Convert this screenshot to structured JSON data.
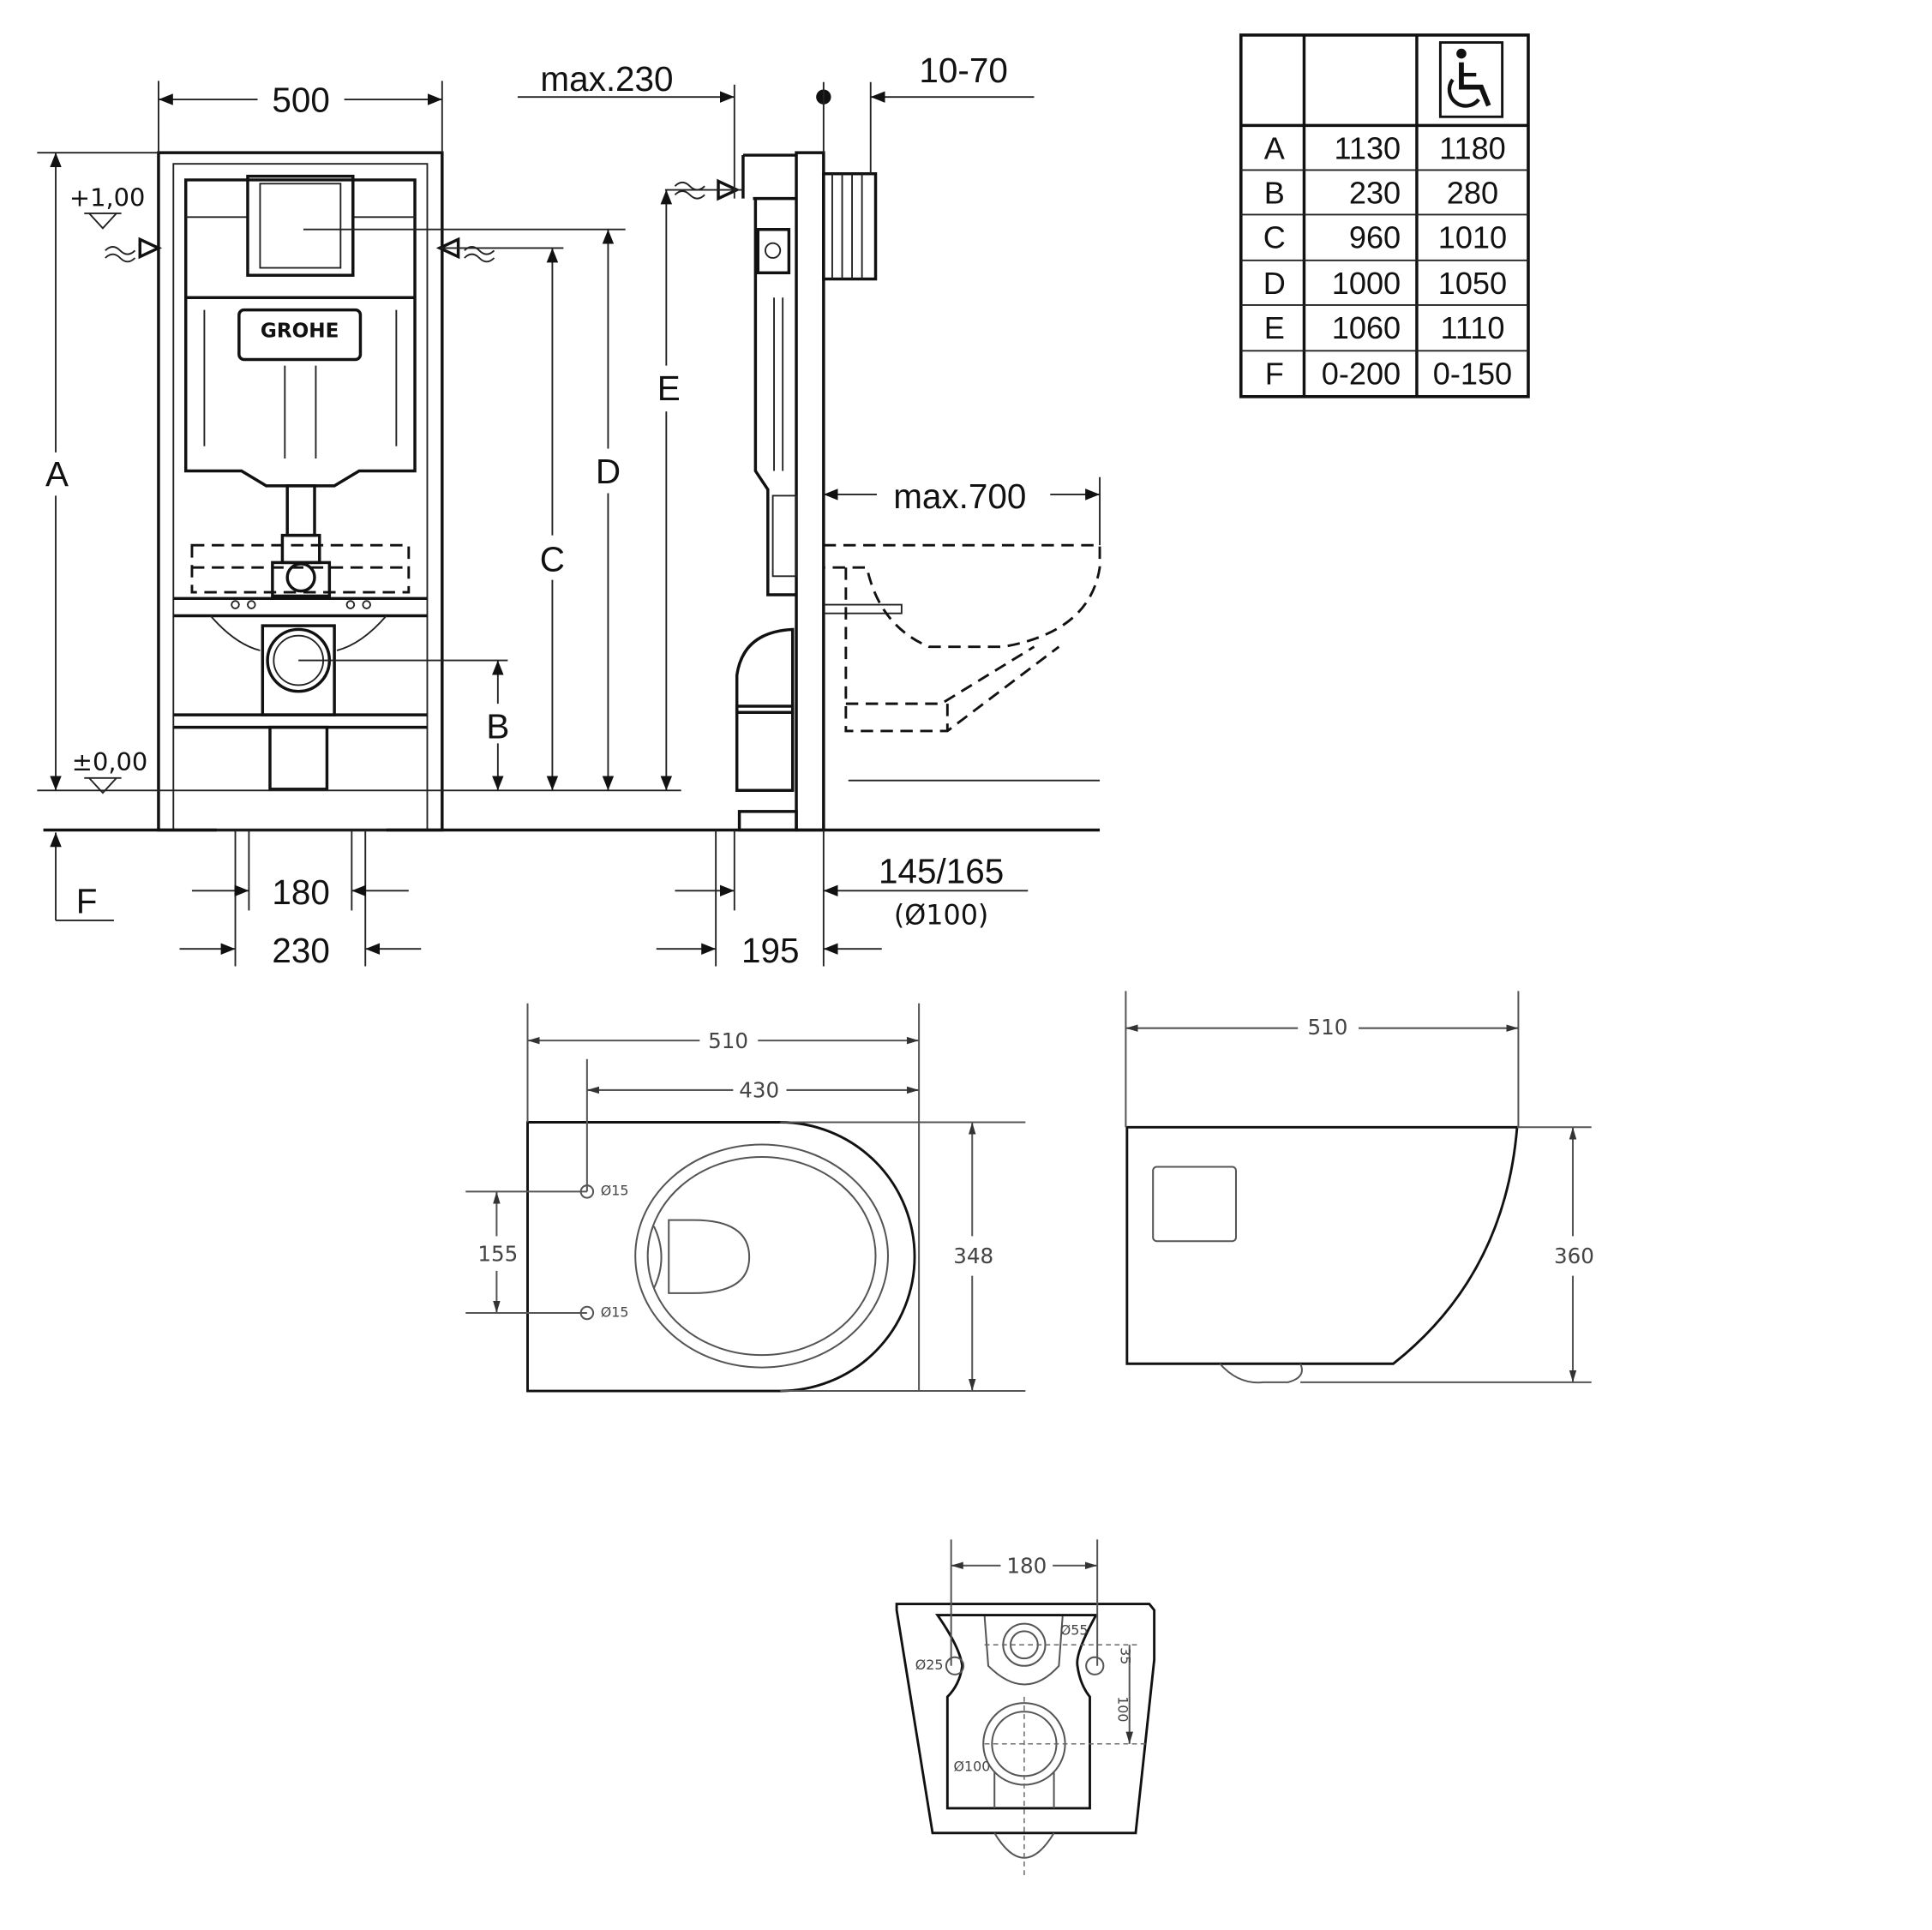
{
  "frame_front": {
    "width_500": "500",
    "level_top": "+1,00",
    "level_zero": "±0,00",
    "label_a": "A",
    "label_b": "B",
    "label_c": "C",
    "label_d": "D",
    "label_f": "F",
    "dim_180": "180",
    "dim_230": "230",
    "brand": "GROHE"
  },
  "frame_side": {
    "max_230": "max.230",
    "range_10_70": "10-70",
    "label_e": "E",
    "max_700": "max.700",
    "dim_145_165": "145/165",
    "pipe_100": "(Ø100)",
    "dim_195": "195"
  },
  "table": {
    "header_icon": "wheelchair-accessible-icon",
    "rows": [
      {
        "key": "A",
        "standard": "1130",
        "accessible": "1180"
      },
      {
        "key": "B",
        "standard": "230",
        "accessible": "280"
      },
      {
        "key": "C",
        "standard": "960",
        "accessible": "1010"
      },
      {
        "key": "D",
        "standard": "1000",
        "accessible": "1050"
      },
      {
        "key": "E",
        "standard": "1060",
        "accessible": "1110"
      },
      {
        "key": "F",
        "standard": "0-200",
        "accessible": "0-150"
      }
    ]
  },
  "bowl_top": {
    "length_510": "510",
    "holes_430": "430",
    "holes_155": "155",
    "width_348": "348",
    "hole_1": "Ø15",
    "hole_2": "Ø15"
  },
  "bowl_side": {
    "length_510": "510",
    "height_360": "360"
  },
  "bowl_back": {
    "bolt_180": "180",
    "inlet_55": "Ø55",
    "bolt_25": "Ø25",
    "dim_35": "35",
    "dim_100": "100",
    "outlet_100": "Ø100"
  }
}
